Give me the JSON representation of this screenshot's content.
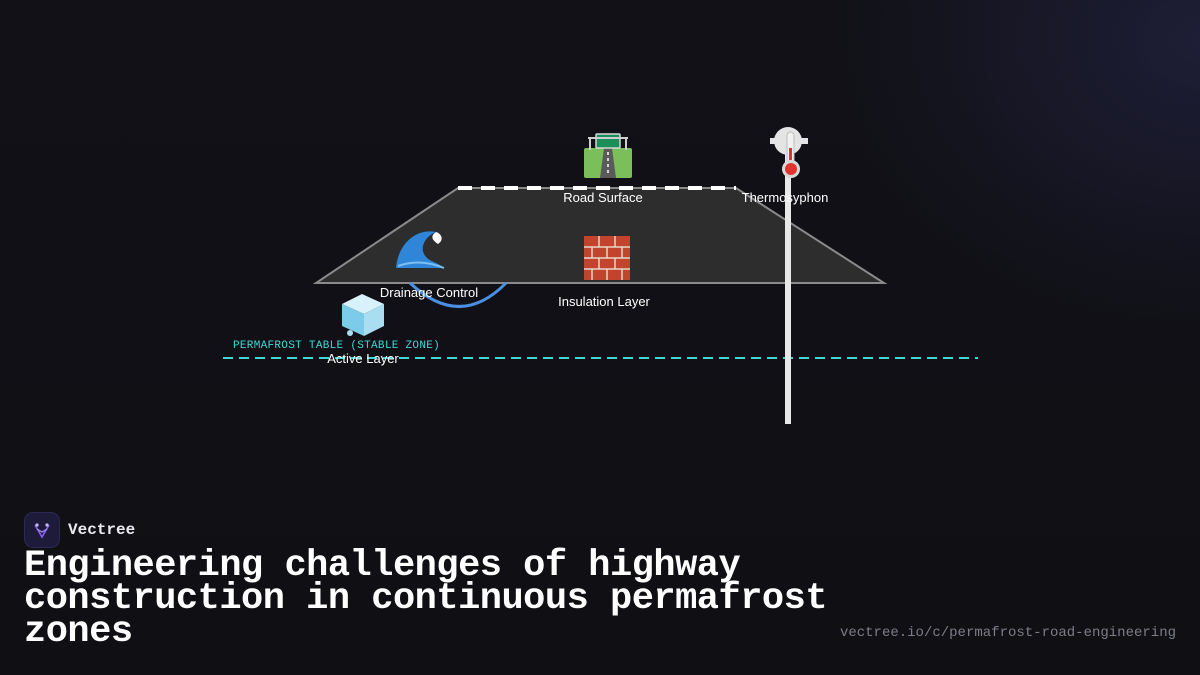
{
  "diagram": {
    "labels": {
      "road_surface": "Road Surface",
      "thermosyphon": "Thermosyphon",
      "drainage_control": "Drainage Control",
      "insulation_layer": "Insulation Layer",
      "active_layer": "Active Layer",
      "permafrost_table": "PERMAFROST TABLE (STABLE ZONE)"
    },
    "icons": {
      "road_surface": "motorway-icon",
      "thermosyphon": "thermometer-icon",
      "drainage_control": "water-wave-icon",
      "insulation_layer": "brick-icon",
      "active_layer": "ice-cube-icon"
    },
    "colors": {
      "embankment_fill": "#2d2d2d",
      "embankment_stroke": "#8a8a8a",
      "road_dash": "#ffffff",
      "permafrost_line": "#3fd6d6",
      "drainage_curve": "#4a90e2",
      "thermosyphon_pipe": "#e8e8e8"
    }
  },
  "brand": {
    "name": "Vectree"
  },
  "title": "Engineering challenges of highway construction in continuous permafrost zones",
  "source_url": "vectree.io/c/permafrost-road-engineering"
}
